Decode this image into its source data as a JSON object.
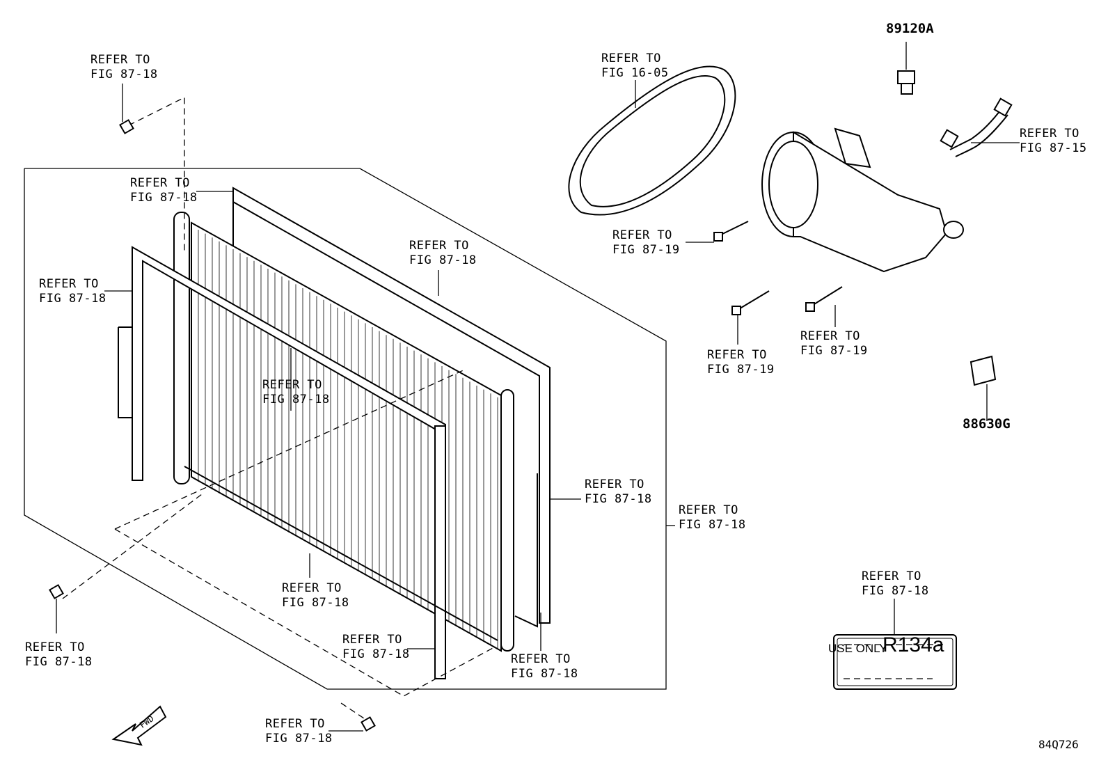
{
  "labels": {
    "bolt_top": [
      "REFER TO",
      "FIG 87-18"
    ],
    "bracket_top": [
      "REFER TO",
      "FIG 87-18"
    ],
    "side_seal": [
      "REFER TO",
      "FIG 87-18"
    ],
    "upper_seal": [
      "REFER TO",
      "FIG 87-18"
    ],
    "condenser_upper": [
      "REFER TO",
      "FIG 87-18"
    ],
    "right_seal": [
      "REFER TO",
      "FIG 87-18"
    ],
    "assembly": [
      "REFER TO",
      "FIG 87-18"
    ],
    "lower_seal": [
      "REFER TO",
      "FIG 87-18"
    ],
    "lower_bracket": [
      "REFER TO",
      "FIG 87-18"
    ],
    "lower_right": [
      "REFER TO",
      "FIG 87-18"
    ],
    "bolt_left": [
      "REFER TO",
      "FIG 87-18"
    ],
    "bolt_bottom": [
      "REFER TO",
      "FIG 87-18"
    ],
    "belt": [
      "REFER TO",
      "FIG 16-05"
    ],
    "compressor_bolt_1": [
      "REFER TO",
      "FIG 87-19"
    ],
    "compressor_bolt_2": [
      "REFER TO",
      "FIG 87-19"
    ],
    "compressor_bolt_3": [
      "REFER TO",
      "FIG 87-19"
    ],
    "hose": [
      "REFER TO",
      "FIG 87-15"
    ],
    "caution_label": [
      "REFER TO",
      "FIG 87-18"
    ]
  },
  "part_numbers": {
    "switch": "89120A",
    "relay": "88630G"
  },
  "caution_plate": {
    "small_text": "USE ONLY",
    "big_text": "R134a"
  },
  "fwd_arrow": "FWD",
  "figure_ref": "84Q726"
}
